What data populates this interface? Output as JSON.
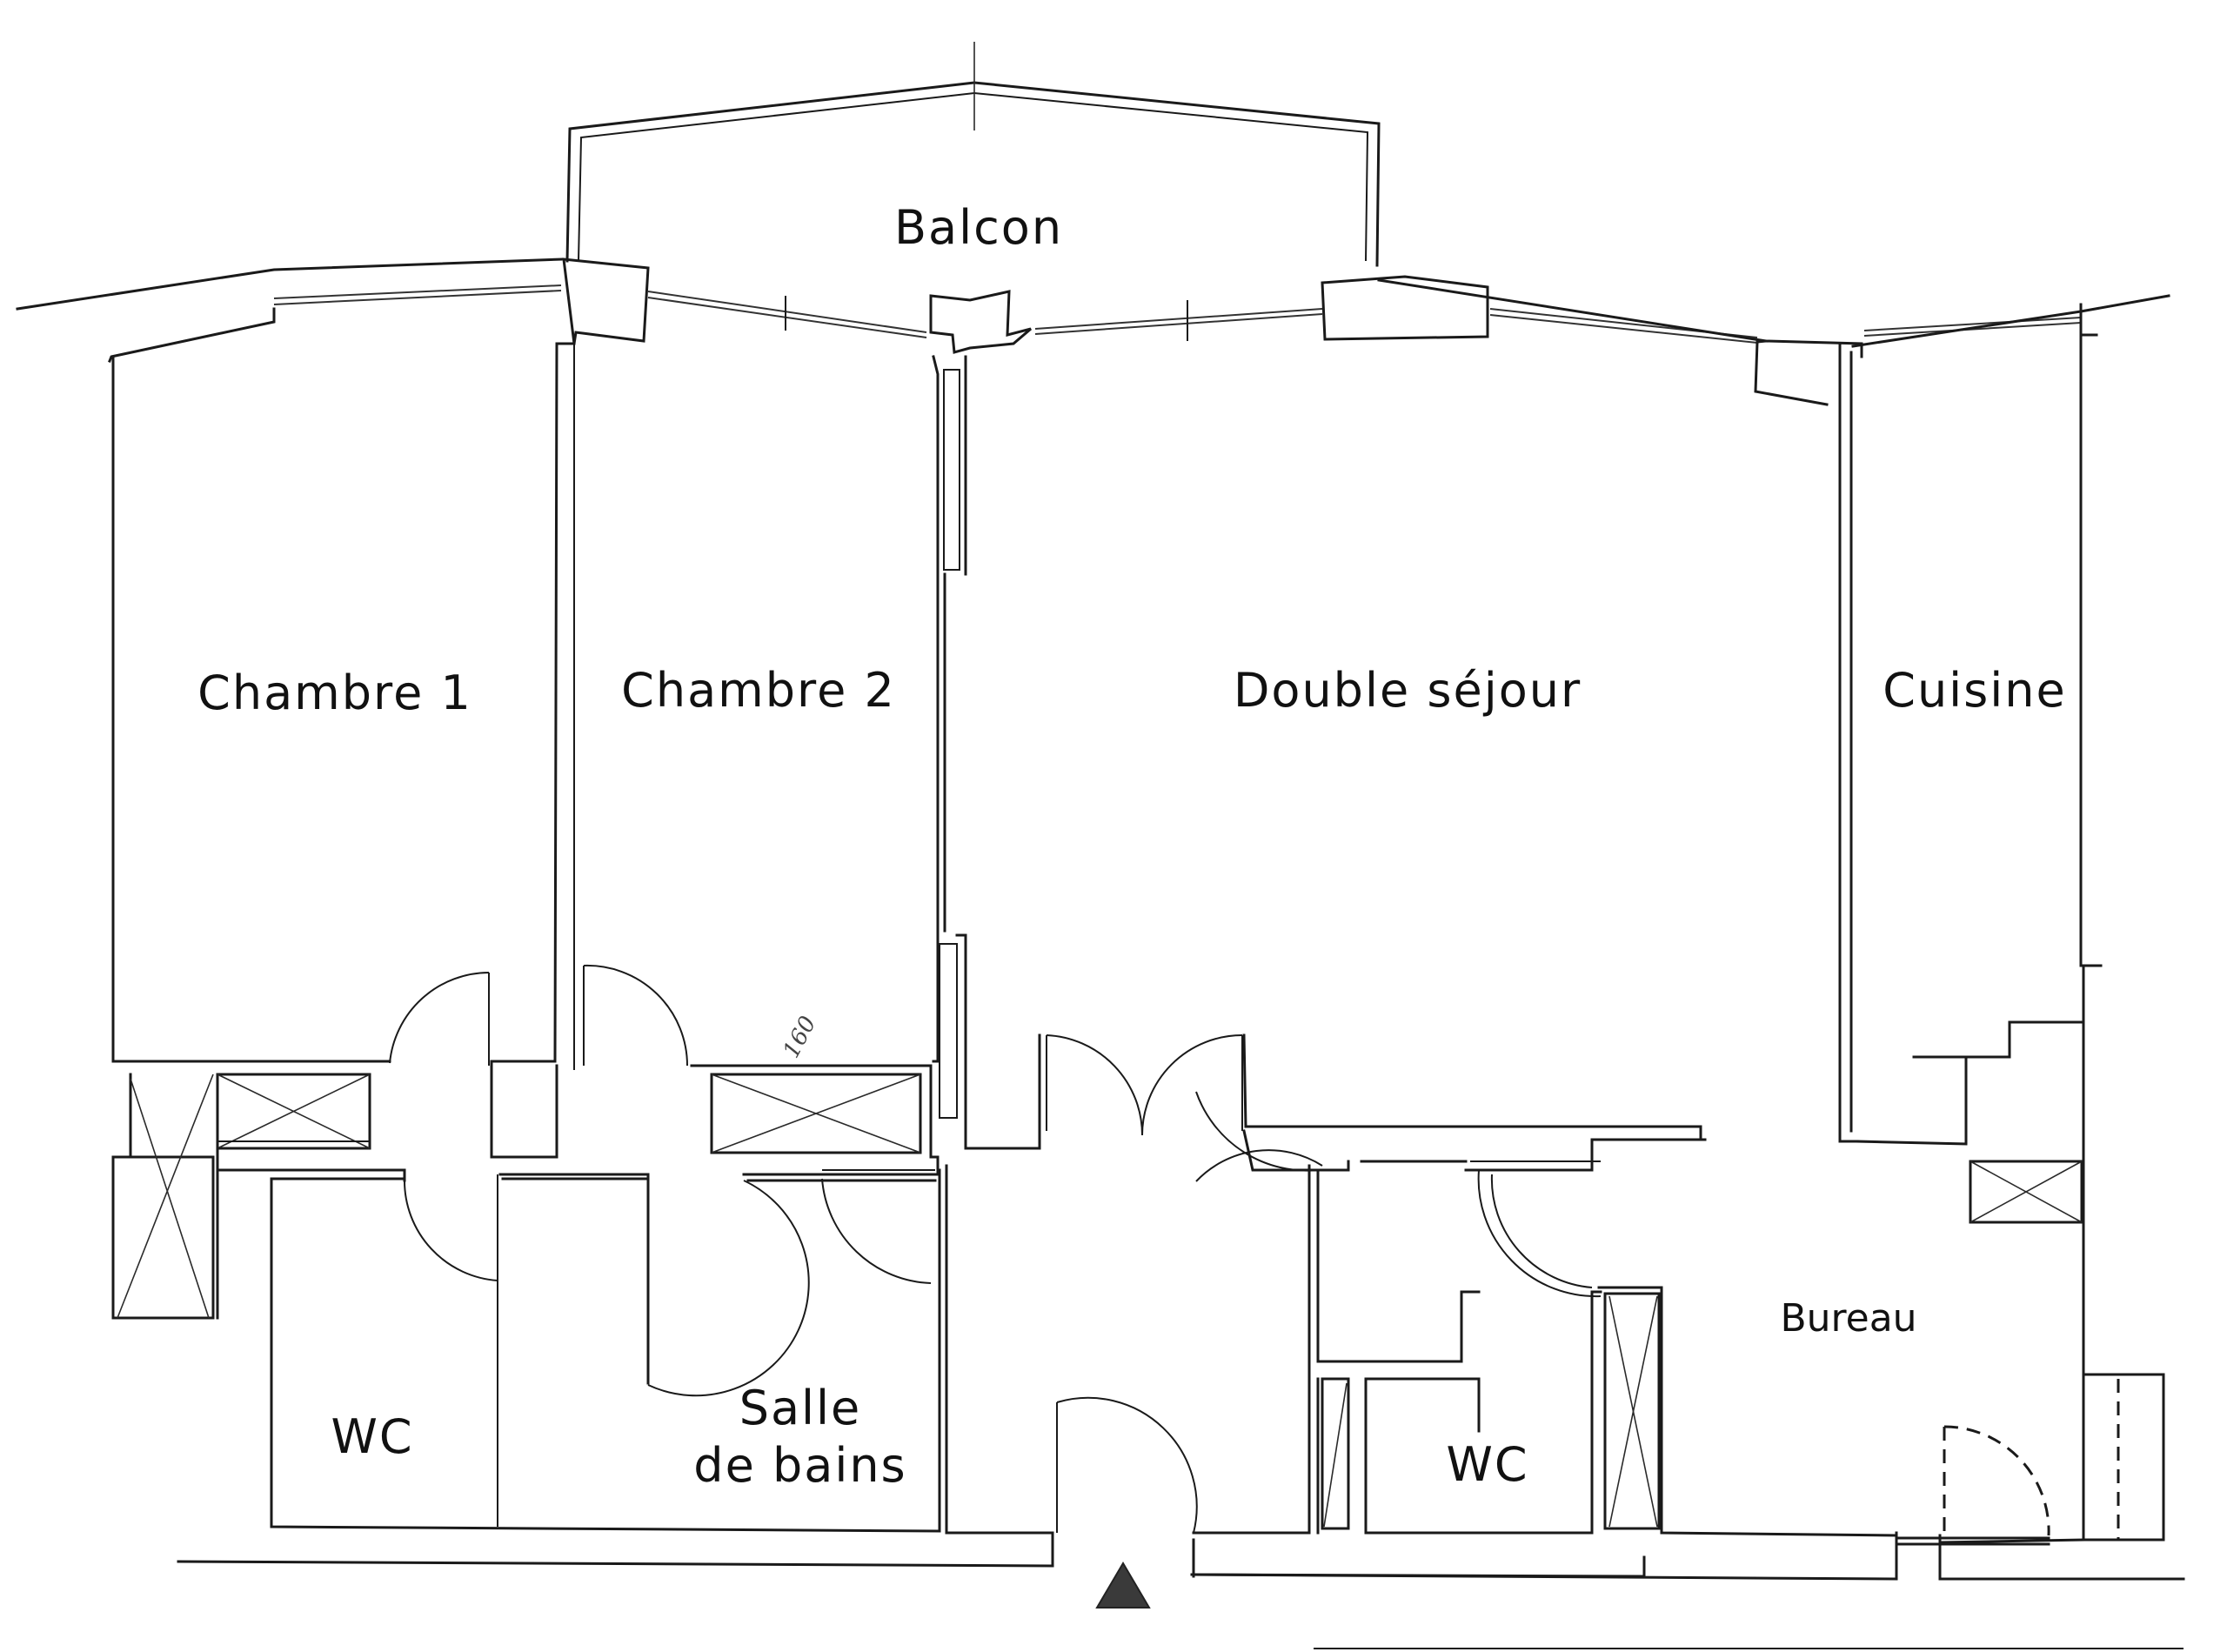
{
  "plan": {
    "rooms": {
      "balcon": "Balcon",
      "chambre1": "Chambre 1",
      "chambre2": "Chambre 2",
      "sejour": "Double séjour",
      "cuisine": "Cuisine",
      "wc1": "WC",
      "sdb_line1": "Salle",
      "sdb_line2": "de bains",
      "wc2": "WC",
      "bureau": "Bureau"
    },
    "annotation": "160",
    "entrance_marker": "entrance-triangle-icon",
    "colors": {
      "ink": "#1a1a1a",
      "marker": "#3a3a3a",
      "paper": "#ffffff"
    }
  }
}
